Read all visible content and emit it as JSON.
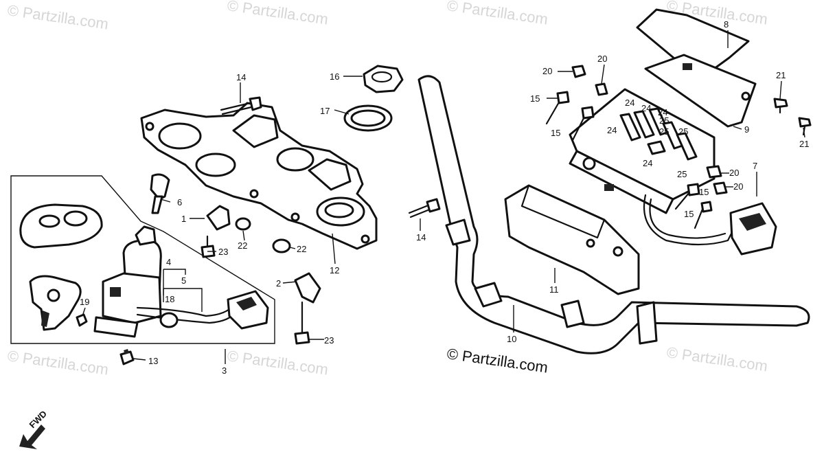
{
  "diagram": {
    "watermark_text": "© Partzilla.com",
    "credit_text": "© Partzilla.com",
    "fwd_label": "FWD",
    "callouts": [
      "1",
      "2",
      "3",
      "4",
      "5",
      "6",
      "7",
      "8",
      "9",
      "10",
      "11",
      "12",
      "13",
      "14",
      "15",
      "16",
      "17",
      "18",
      "19",
      "20",
      "21",
      "22",
      "23",
      "24",
      "25"
    ]
  }
}
